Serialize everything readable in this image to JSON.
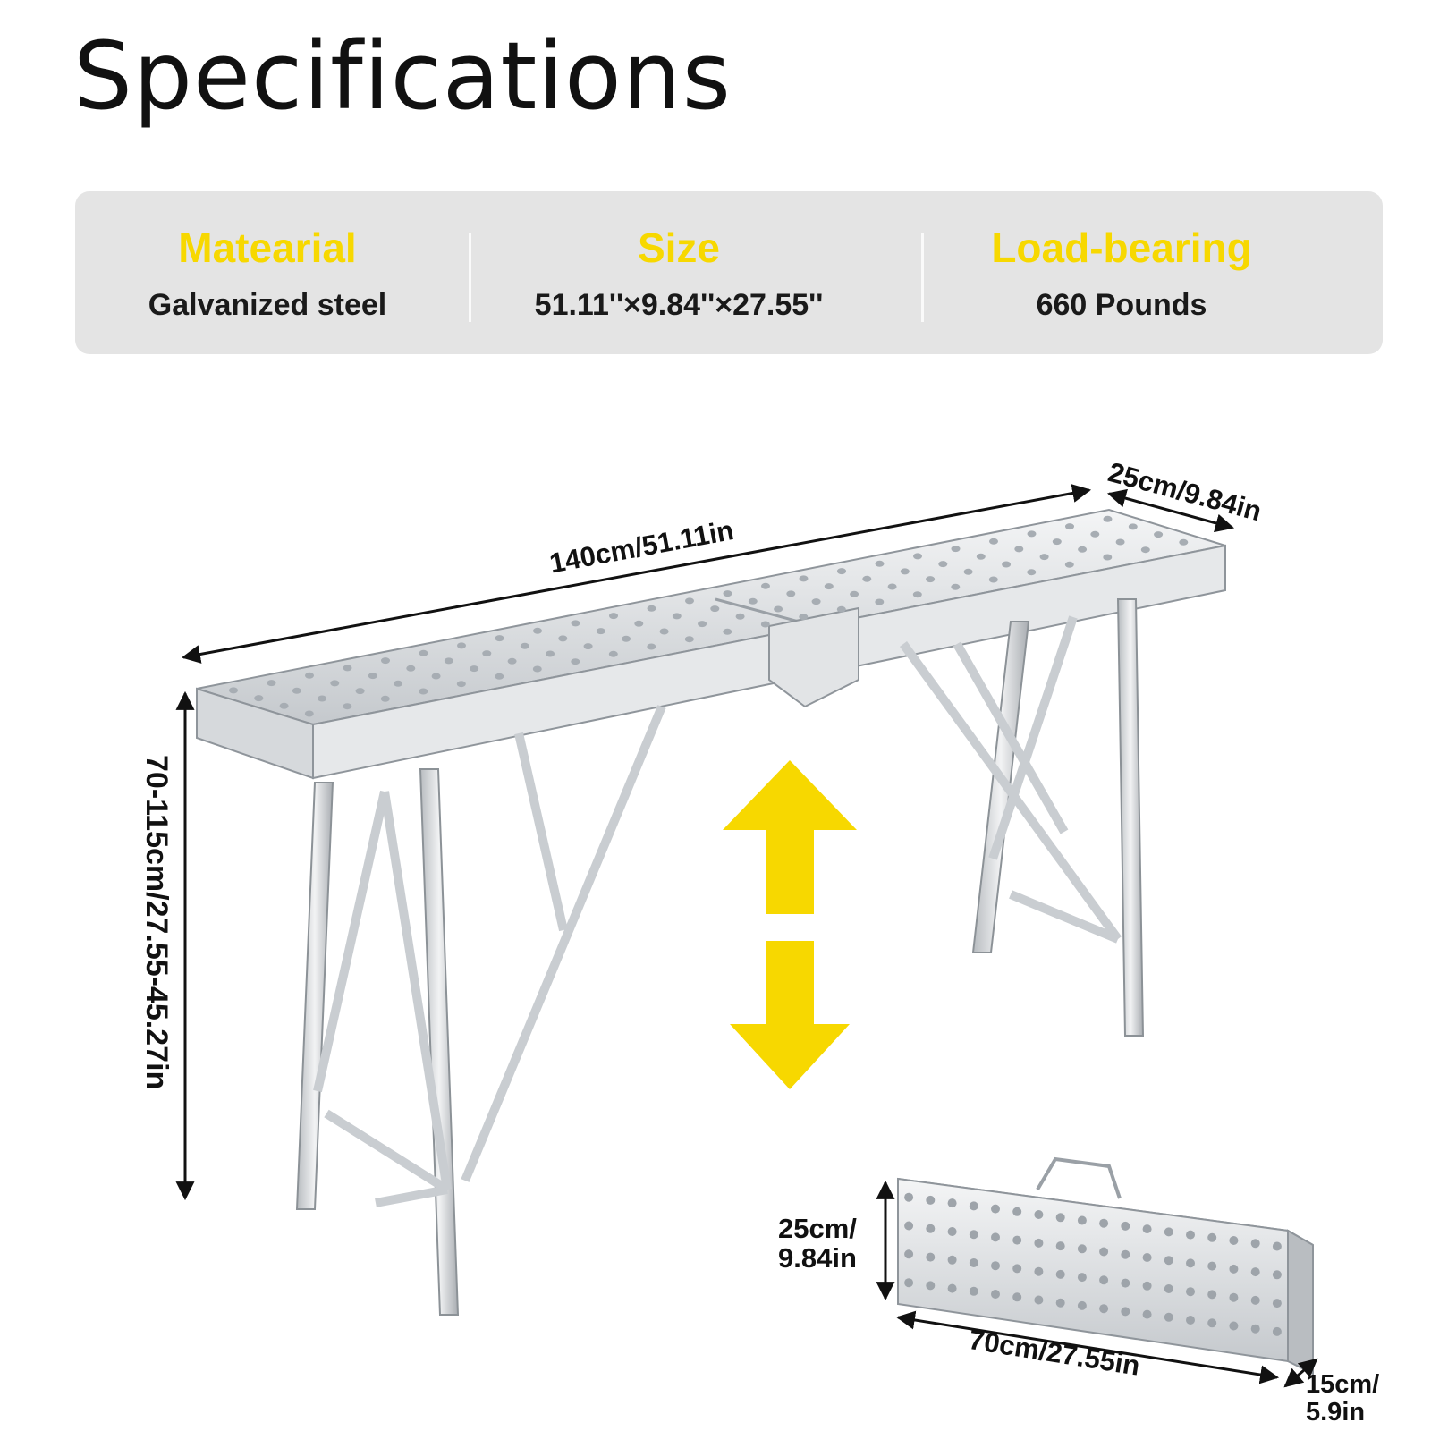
{
  "header": {
    "title": "Specifications"
  },
  "specs": [
    {
      "label": "Matearial",
      "value": "Galvanized steel"
    },
    {
      "label": "Size",
      "value": "51.11''×9.84''×27.55''"
    },
    {
      "label": "Load-bearing",
      "value": "660 Pounds"
    }
  ],
  "dimensions": {
    "length": "140cm/51.11in",
    "width": "25cm/9.84in",
    "height": "70-115cm/27.55-45.27in",
    "folded_height_line1": "25cm/",
    "folded_height_line2": "9.84in",
    "folded_length": "70cm/27.55in",
    "folded_depth_line1": "15cm/",
    "folded_depth_line2": "5.9in"
  },
  "colors": {
    "accent": "#f7d800",
    "panel": "#e4e4e4",
    "metal": "#c8ccd0"
  },
  "icons": [
    "adjust-height-arrow-icon"
  ]
}
